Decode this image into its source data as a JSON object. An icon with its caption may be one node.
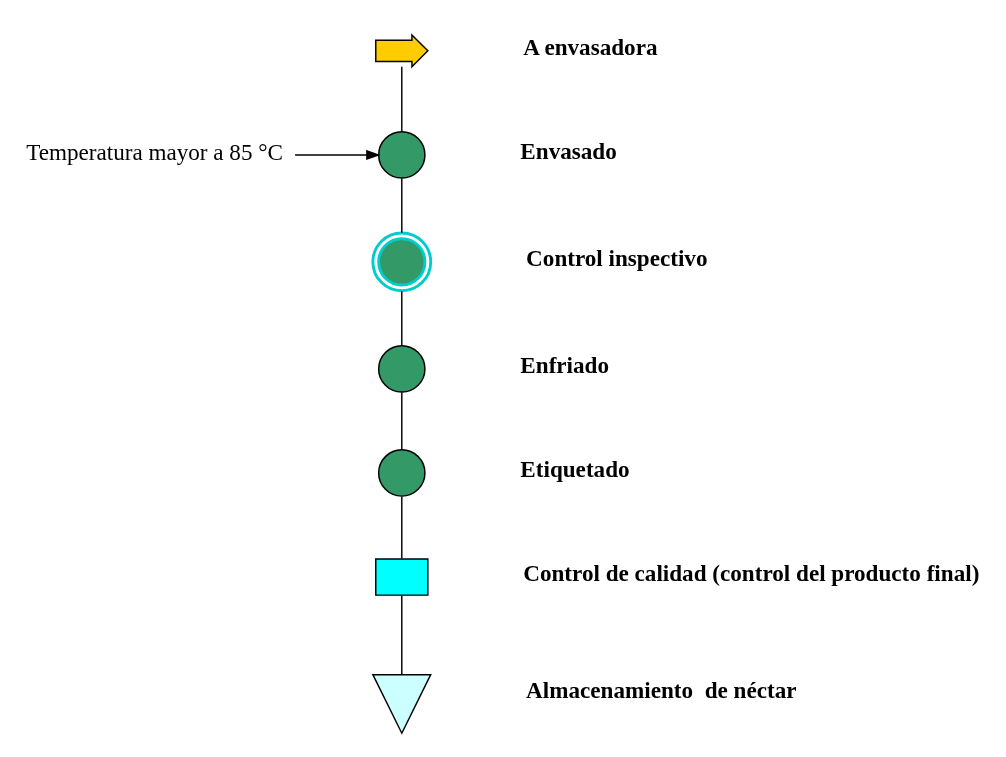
{
  "diagram": {
    "nodes": [
      {
        "text": [],
        "shape": "arrow",
        "beside": [
          "A envasadora"
        ]
      },
      {
        "text": [
          "Temperatura mayor a 85 °C"
        ]
      },
      {
        "text": [],
        "shape": "circle",
        "beside": [
          "Envasado"
        ]
      },
      {
        "text": [],
        "shape": "circle",
        "beside": [
          "Control inspectivo"
        ]
      },
      {
        "text": [],
        "shape": "circle",
        "beside": [
          "Enfriado"
        ]
      },
      {
        "text": [],
        "shape": "circle",
        "beside": [
          "Etiquetado"
        ]
      },
      {
        "text": [],
        "shape": "box",
        "beside": [
          "Control de calidad (control del producto final)"
        ]
      },
      {
        "text": [],
        "shape": "triangle",
        "beside": [
          "Almacenamiento  de néctar"
        ]
      }
    ],
    "edges": [
      {
        "from": 0,
        "to": 2,
        "arrow": "none"
      },
      {
        "from": 1,
        "to": 2,
        "arrow": "to"
      },
      {
        "from": 2,
        "to": 3,
        "arrow": "none"
      },
      {
        "from": 3,
        "to": 4,
        "arrow": "none"
      },
      {
        "from": 4,
        "to": 5,
        "arrow": "none"
      },
      {
        "from": 5,
        "to": 6,
        "arrow": "none"
      },
      {
        "from": 6,
        "to": 7,
        "arrow": "none"
      }
    ]
  }
}
